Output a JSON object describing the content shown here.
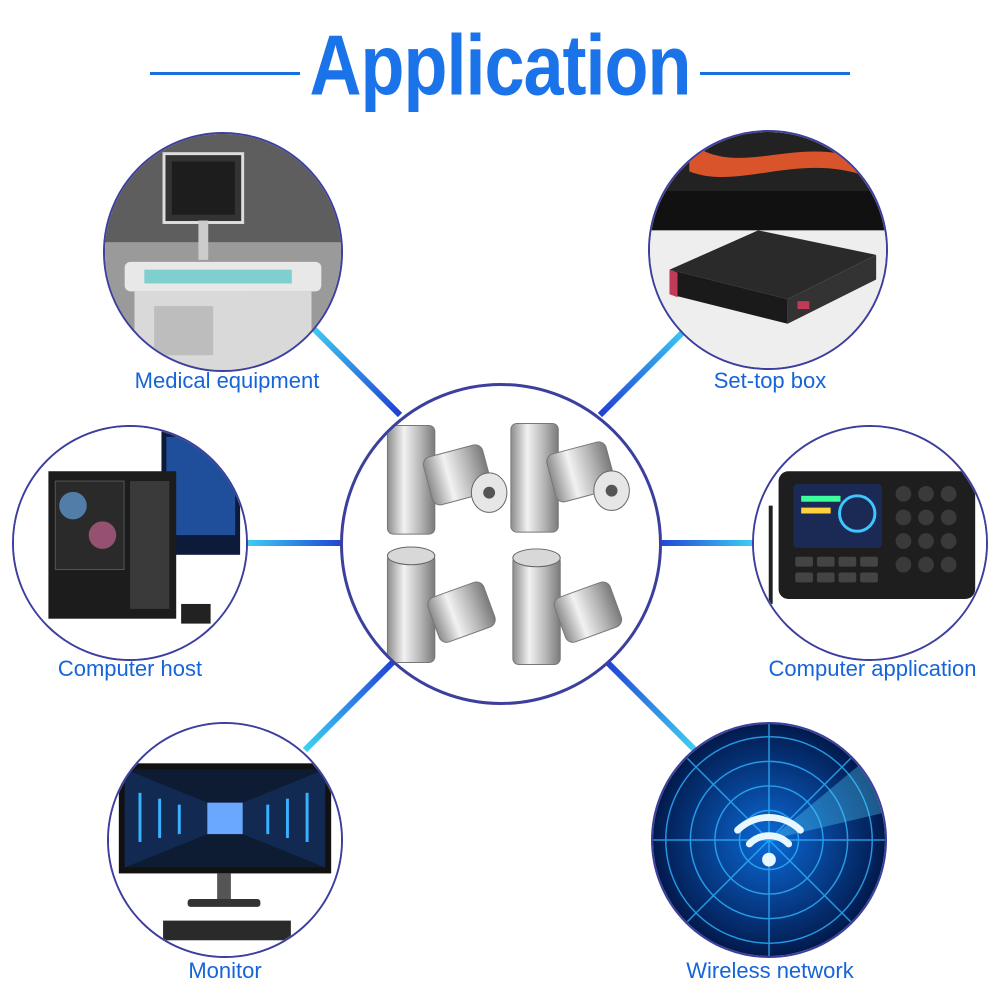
{
  "title": "Application",
  "center": {
    "icon": "coax-connectors-icon"
  },
  "items": [
    {
      "label": "Medical equipment",
      "icon": "medical-equipment-icon"
    },
    {
      "label": "Set-top box",
      "icon": "set-top-box-icon"
    },
    {
      "label": "Computer host",
      "icon": "computer-case-icon"
    },
    {
      "label": "Computer application",
      "icon": "control-terminal-icon"
    },
    {
      "label": "Monitor",
      "icon": "monitor-icon"
    },
    {
      "label": "Wireless network",
      "icon": "wifi-icon"
    }
  ],
  "colors": {
    "title": "#1a73e8",
    "label": "#1565d8",
    "ring": "#3d3f9e",
    "connector_start": "#1f3fd6",
    "connector_end": "#3fd0f2"
  }
}
